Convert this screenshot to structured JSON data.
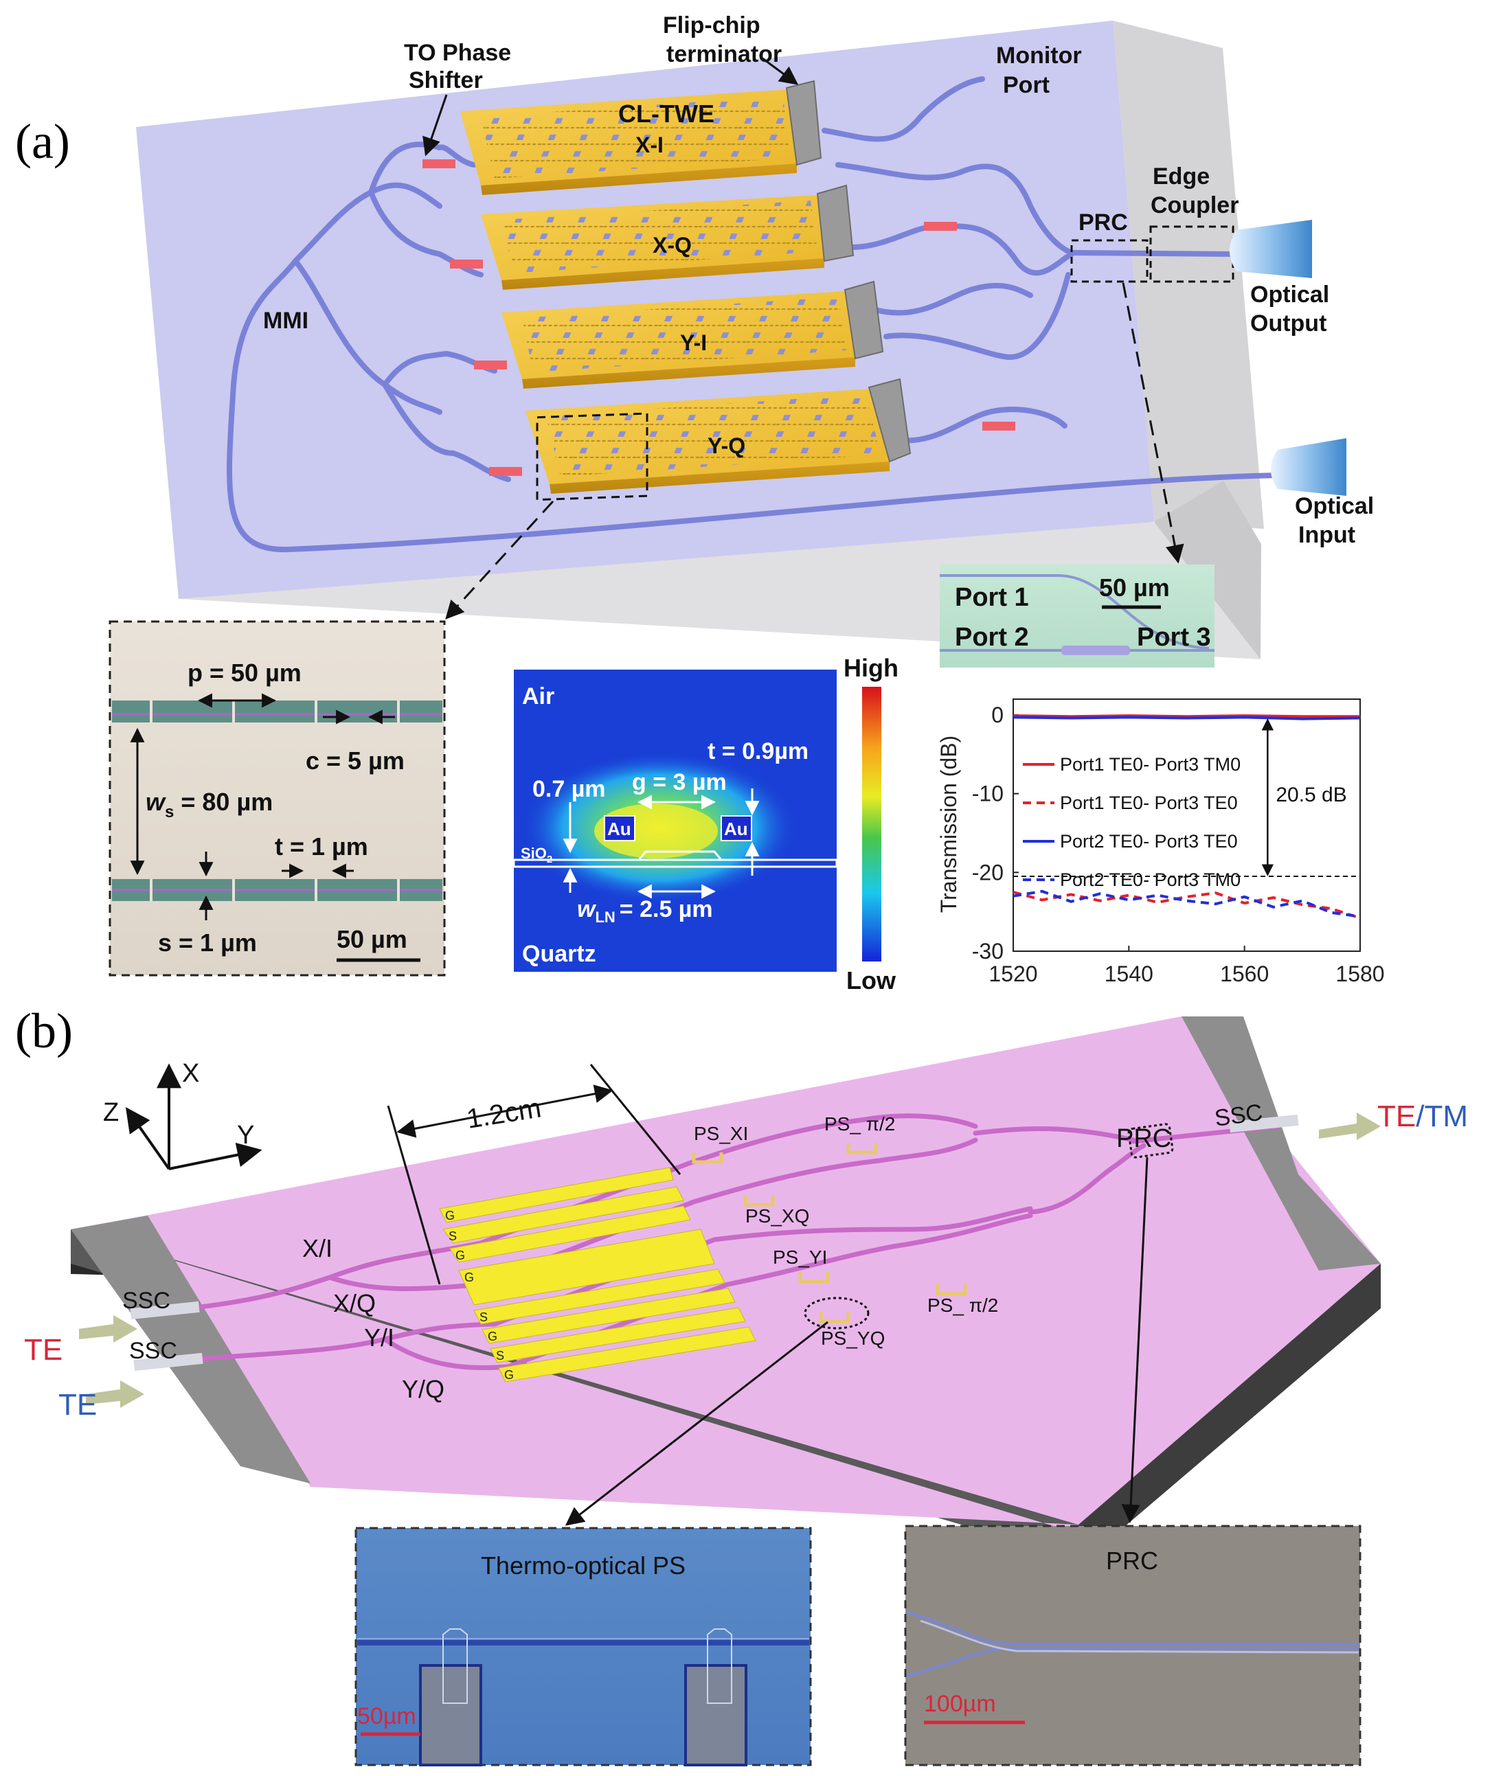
{
  "panel_a": {
    "label": "(a)",
    "chip": {
      "to_phase_shifter": [
        "TO Phase",
        "Shifter"
      ],
      "flip_chip": [
        "Flip-chip",
        "terminator"
      ],
      "monitor": [
        "Monitor",
        "Port"
      ],
      "cl_twe": "CL-TWE",
      "lanes": [
        "X-I",
        "X-Q",
        "Y-I",
        "Y-Q"
      ],
      "mmi": "MMI",
      "prc": "PRC",
      "edge_coupler": [
        "Edge",
        "Coupler"
      ],
      "optical_output": [
        "Optical",
        "Output"
      ],
      "optical_input": [
        "Optical",
        "Input"
      ]
    },
    "micrograph": {
      "p": "p = 50 µm",
      "c": "c = 5 µm",
      "ws": "w",
      "ws_sub": "s",
      "ws_val": " = 80 µm",
      "t": "t = 1 µm",
      "s": "s = 1 µm",
      "scale": "50 µm"
    },
    "mode_plot": {
      "air": "Air",
      "quartz": "Quartz",
      "high": "High",
      "low": "Low",
      "t": "t = 0.9µm",
      "g": "g = 3 µm",
      "h": "0.7 µm",
      "au": "Au",
      "sio2": "SiO",
      "sio2_sub": "2",
      "wln": "w",
      "wln_sub": "LN",
      "wln_val": "= 2.5 µm"
    },
    "prc_micro": {
      "port1": "Port 1",
      "port2": "Port 2",
      "port3": "Port 3",
      "scale": "50 µm"
    }
  },
  "chart_data": {
    "type": "line",
    "xlabel": "",
    "ylabel": "Transmission (dB)",
    "xlim": [
      1520,
      1580
    ],
    "ylim": [
      -30,
      2
    ],
    "xticks": [
      1520,
      1540,
      1560,
      1580
    ],
    "yticks": [
      0,
      -10,
      -20,
      -30
    ],
    "annotation": "20.5 dB",
    "legend_position": "center-left",
    "series": [
      {
        "name": "Port1 TE0- Port3 TM0",
        "color": "#e8202a",
        "dash": "solid",
        "x": [
          1520,
          1530,
          1540,
          1550,
          1560,
          1570,
          1580
        ],
        "y": [
          -0.1,
          -0.2,
          -0.1,
          -0.2,
          -0.1,
          -0.2,
          -0.2
        ]
      },
      {
        "name": "Port1 TE0- Port3 TE0",
        "color": "#e8202a",
        "dash": "dashed",
        "x": [
          1520,
          1525,
          1530,
          1535,
          1540,
          1545,
          1550,
          1555,
          1560,
          1565,
          1570,
          1575,
          1580
        ],
        "y": [
          -22.5,
          -23.5,
          -22.8,
          -23.6,
          -22.9,
          -23.8,
          -23.1,
          -22.6,
          -23.9,
          -23.2,
          -24.1,
          -24.6,
          -25.8
        ]
      },
      {
        "name": "Port2 TE0- Port3 TE0",
        "color": "#2030d8",
        "dash": "solid",
        "x": [
          1520,
          1530,
          1540,
          1550,
          1560,
          1570,
          1580
        ],
        "y": [
          -0.3,
          -0.4,
          -0.3,
          -0.4,
          -0.3,
          -0.5,
          -0.4
        ]
      },
      {
        "name": "Port2 TE0- Port3 TM0",
        "color": "#2030d8",
        "dash": "dashed",
        "x": [
          1520,
          1525,
          1530,
          1535,
          1540,
          1545,
          1550,
          1555,
          1560,
          1565,
          1570,
          1575,
          1580
        ],
        "y": [
          -23.0,
          -22.4,
          -23.7,
          -22.7,
          -23.5,
          -22.9,
          -23.6,
          -24.0,
          -23.1,
          -24.4,
          -23.6,
          -25.1,
          -25.6
        ]
      }
    ]
  },
  "panel_b": {
    "label": "(b)",
    "axes": {
      "x": "X",
      "y": "Y",
      "z": "Z"
    },
    "length": "1.2cm",
    "ps": [
      "PS_XI",
      "PS_ π/2",
      "PS_XQ",
      "PS_YI",
      "PS_ π/2",
      "PS_YQ"
    ],
    "arms": [
      "X/I",
      "X/Q",
      "Y/I",
      "Y/Q"
    ],
    "ssc": "SSC",
    "prc": "PRC",
    "te": "TE",
    "tm": "TM",
    "slash": "/",
    "electrodes": [
      "G",
      "S",
      "G",
      "G",
      "S",
      "G",
      "S",
      "G"
    ],
    "inset_ps": {
      "title": "Thermo-optical PS",
      "scale": "50µm"
    },
    "inset_prc": {
      "title": "PRC",
      "scale": "100µm"
    }
  },
  "colors": {
    "chip_a": "#cbcaf0",
    "gold": "#f2c232",
    "waveguide_a": "#7a82d8",
    "heater": "#f0606a",
    "chip_b": "#e9b6ea",
    "waveguide_b": "#c86bc8",
    "electrode_b": "#f5ea2e"
  }
}
